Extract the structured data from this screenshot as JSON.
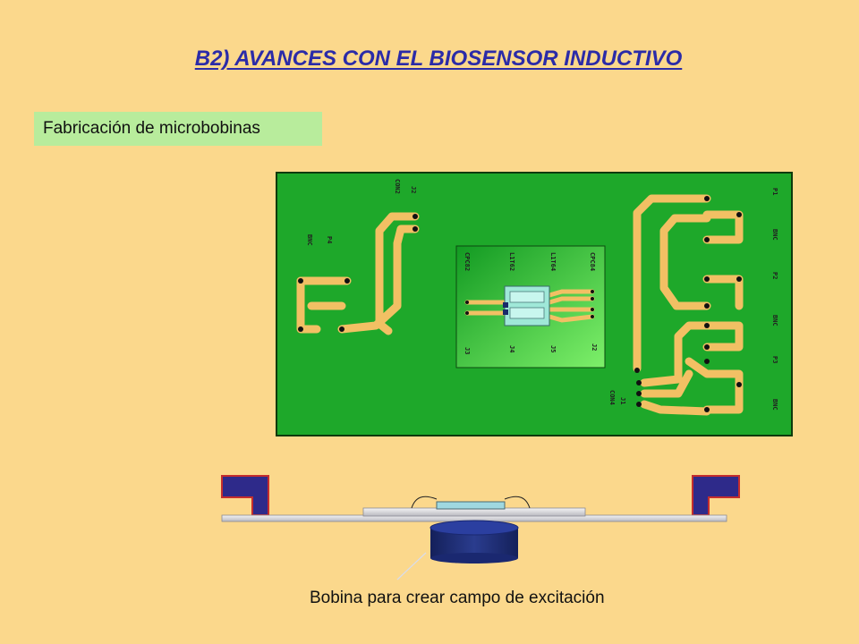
{
  "title": "B2) AVANCES CON EL BIOSENSOR INDUCTIVO",
  "subtitle": "Fabricación de microbobinas",
  "caption": "Bobina para crear campo de excitación",
  "colors": {
    "background": "#fbd88c",
    "title": "#2b2ba8",
    "subtitle_box": "#b8ec9c",
    "pcb_green": "#1ea82a",
    "trace": "#f2c064",
    "magnet_blue": "#2e2a8a",
    "coil_navy": "#1e2f78"
  },
  "pcb": {
    "labels_left": [
      "J2",
      "CON2",
      "P4",
      "BNC"
    ],
    "labels_right": [
      "P1",
      "BNC",
      "P2",
      "BNC",
      "P3",
      "BNC",
      "J1",
      "CON4"
    ],
    "chip_labels": [
      "CPC82",
      "L1T62",
      "L1T64",
      "CPC84",
      "J3",
      "J4",
      "J5",
      "J2"
    ]
  }
}
